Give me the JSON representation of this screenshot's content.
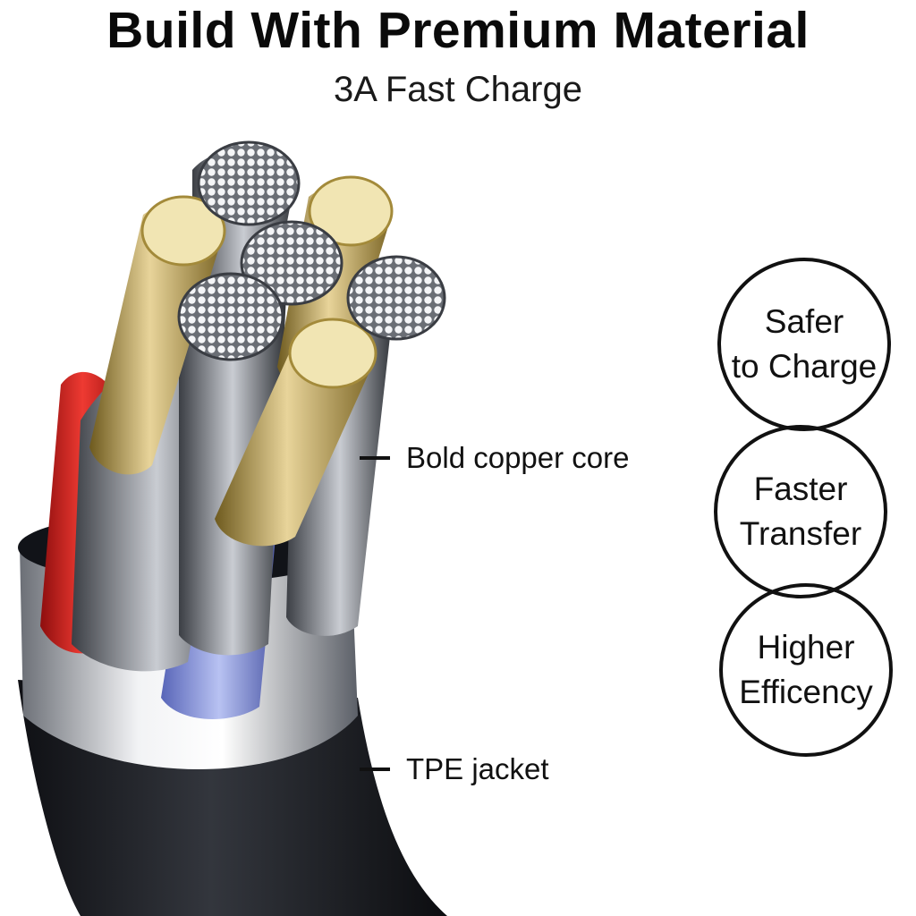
{
  "header": {
    "title": "Build With Premium Material",
    "subtitle": "3A Fast Charge"
  },
  "callouts": [
    {
      "label": "Bold copper core"
    },
    {
      "label": "TPE jacket"
    }
  ],
  "badges": [
    {
      "line1": "Safer",
      "line2": "to Charge"
    },
    {
      "line1": "Faster",
      "line2": "Transfer"
    },
    {
      "line1": "Higher",
      "line2": "Efficency"
    }
  ],
  "colors": {
    "jacket": "#1d1f24",
    "sleeve": "#c8cbd0",
    "red_insulation": "#d21e1e",
    "blue_insulation": "#8f9bd8",
    "gold_conductor": "#c9a94a",
    "strand": "#9a9ea6"
  }
}
